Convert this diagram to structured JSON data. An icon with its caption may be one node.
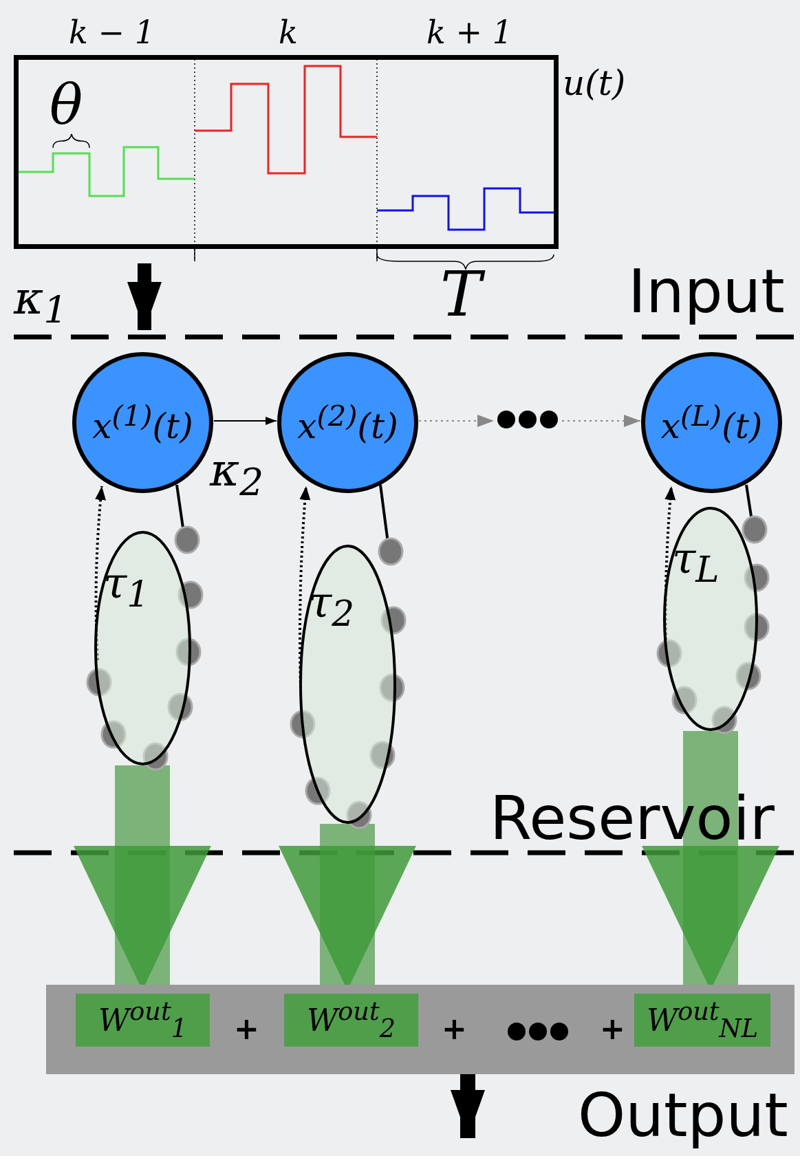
{
  "diagram": {
    "nodes": [
      {
        "text": [],
        "shape": "box"
      },
      {
        "text": [
          "x$^{(1)}$(t)"
        ]
      },
      {
        "text": [
          "x$^{(2)}$(t)"
        ]
      },
      {
        "text": [],
        "shape": "dots"
      },
      {
        "text": [
          "x$^{(L)}$(t)"
        ]
      },
      {
        "text": [
          "τ$_{1}$"
        ]
      },
      {
        "text": [
          "τ$_{2}$"
        ]
      },
      {
        "text": [
          "τ$_{L}$"
        ]
      },
      {
        "text": [],
        "shape": "bar"
      },
      {
        "text": [
          "W$^{out}$$_{1}$"
        ],
        "in": 8
      },
      {
        "text": [
          "W$^{out}$$_{2}$"
        ],
        "in": 8
      },
      {
        "text": [],
        "shape": "dots",
        "in": 8
      },
      {
        "text": [
          "W$^{out}$$_{N}$$_{L}$"
        ],
        "in": 8
      }
    ],
    "edges": [
      {
        "from": 0,
        "to": 1,
        "arrow": "to",
        "style": "thick",
        "label": "κ$_{1}$"
      },
      {
        "from": 1,
        "to": 2,
        "arrow": "to",
        "label": "κ$_{2}$"
      },
      {
        "from": 2,
        "to": 3,
        "arrow": "to",
        "style": "dashed",
        "color": "#888888"
      },
      {
        "from": 3,
        "to": 4,
        "arrow": "to",
        "style": "dashed",
        "color": "#888888"
      },
      {
        "from": 1,
        "to": 5,
        "arrow": "none"
      },
      {
        "from": 5,
        "to": 1,
        "arrow": "to",
        "style": "dashed"
      },
      {
        "from": 2,
        "to": 6,
        "arrow": "none"
      },
      {
        "from": 6,
        "to": 2,
        "arrow": "to",
        "style": "dashed"
      },
      {
        "from": 4,
        "to": 7,
        "arrow": "none"
      },
      {
        "from": 7,
        "to": 4,
        "arrow": "to",
        "style": "dashed"
      },
      {
        "from": 5,
        "to": 9,
        "arrow": "to",
        "style": "thick",
        "color": "#4a9a44"
      },
      {
        "from": 6,
        "to": 10,
        "arrow": "to",
        "style": "thick",
        "color": "#4a9a44"
      },
      {
        "from": 7,
        "to": 12,
        "arrow": "to",
        "style": "thick",
        "color": "#4a9a44"
      },
      {
        "from": 8,
        "to": null,
        "arrow": "to",
        "style": "thick"
      }
    ],
    "labels": [
      "k − 1",
      "k",
      "k + 1",
      "u(t)",
      "θ",
      "T",
      "Input",
      "Reservoir",
      "+",
      "+",
      "+",
      "Output"
    ]
  }
}
